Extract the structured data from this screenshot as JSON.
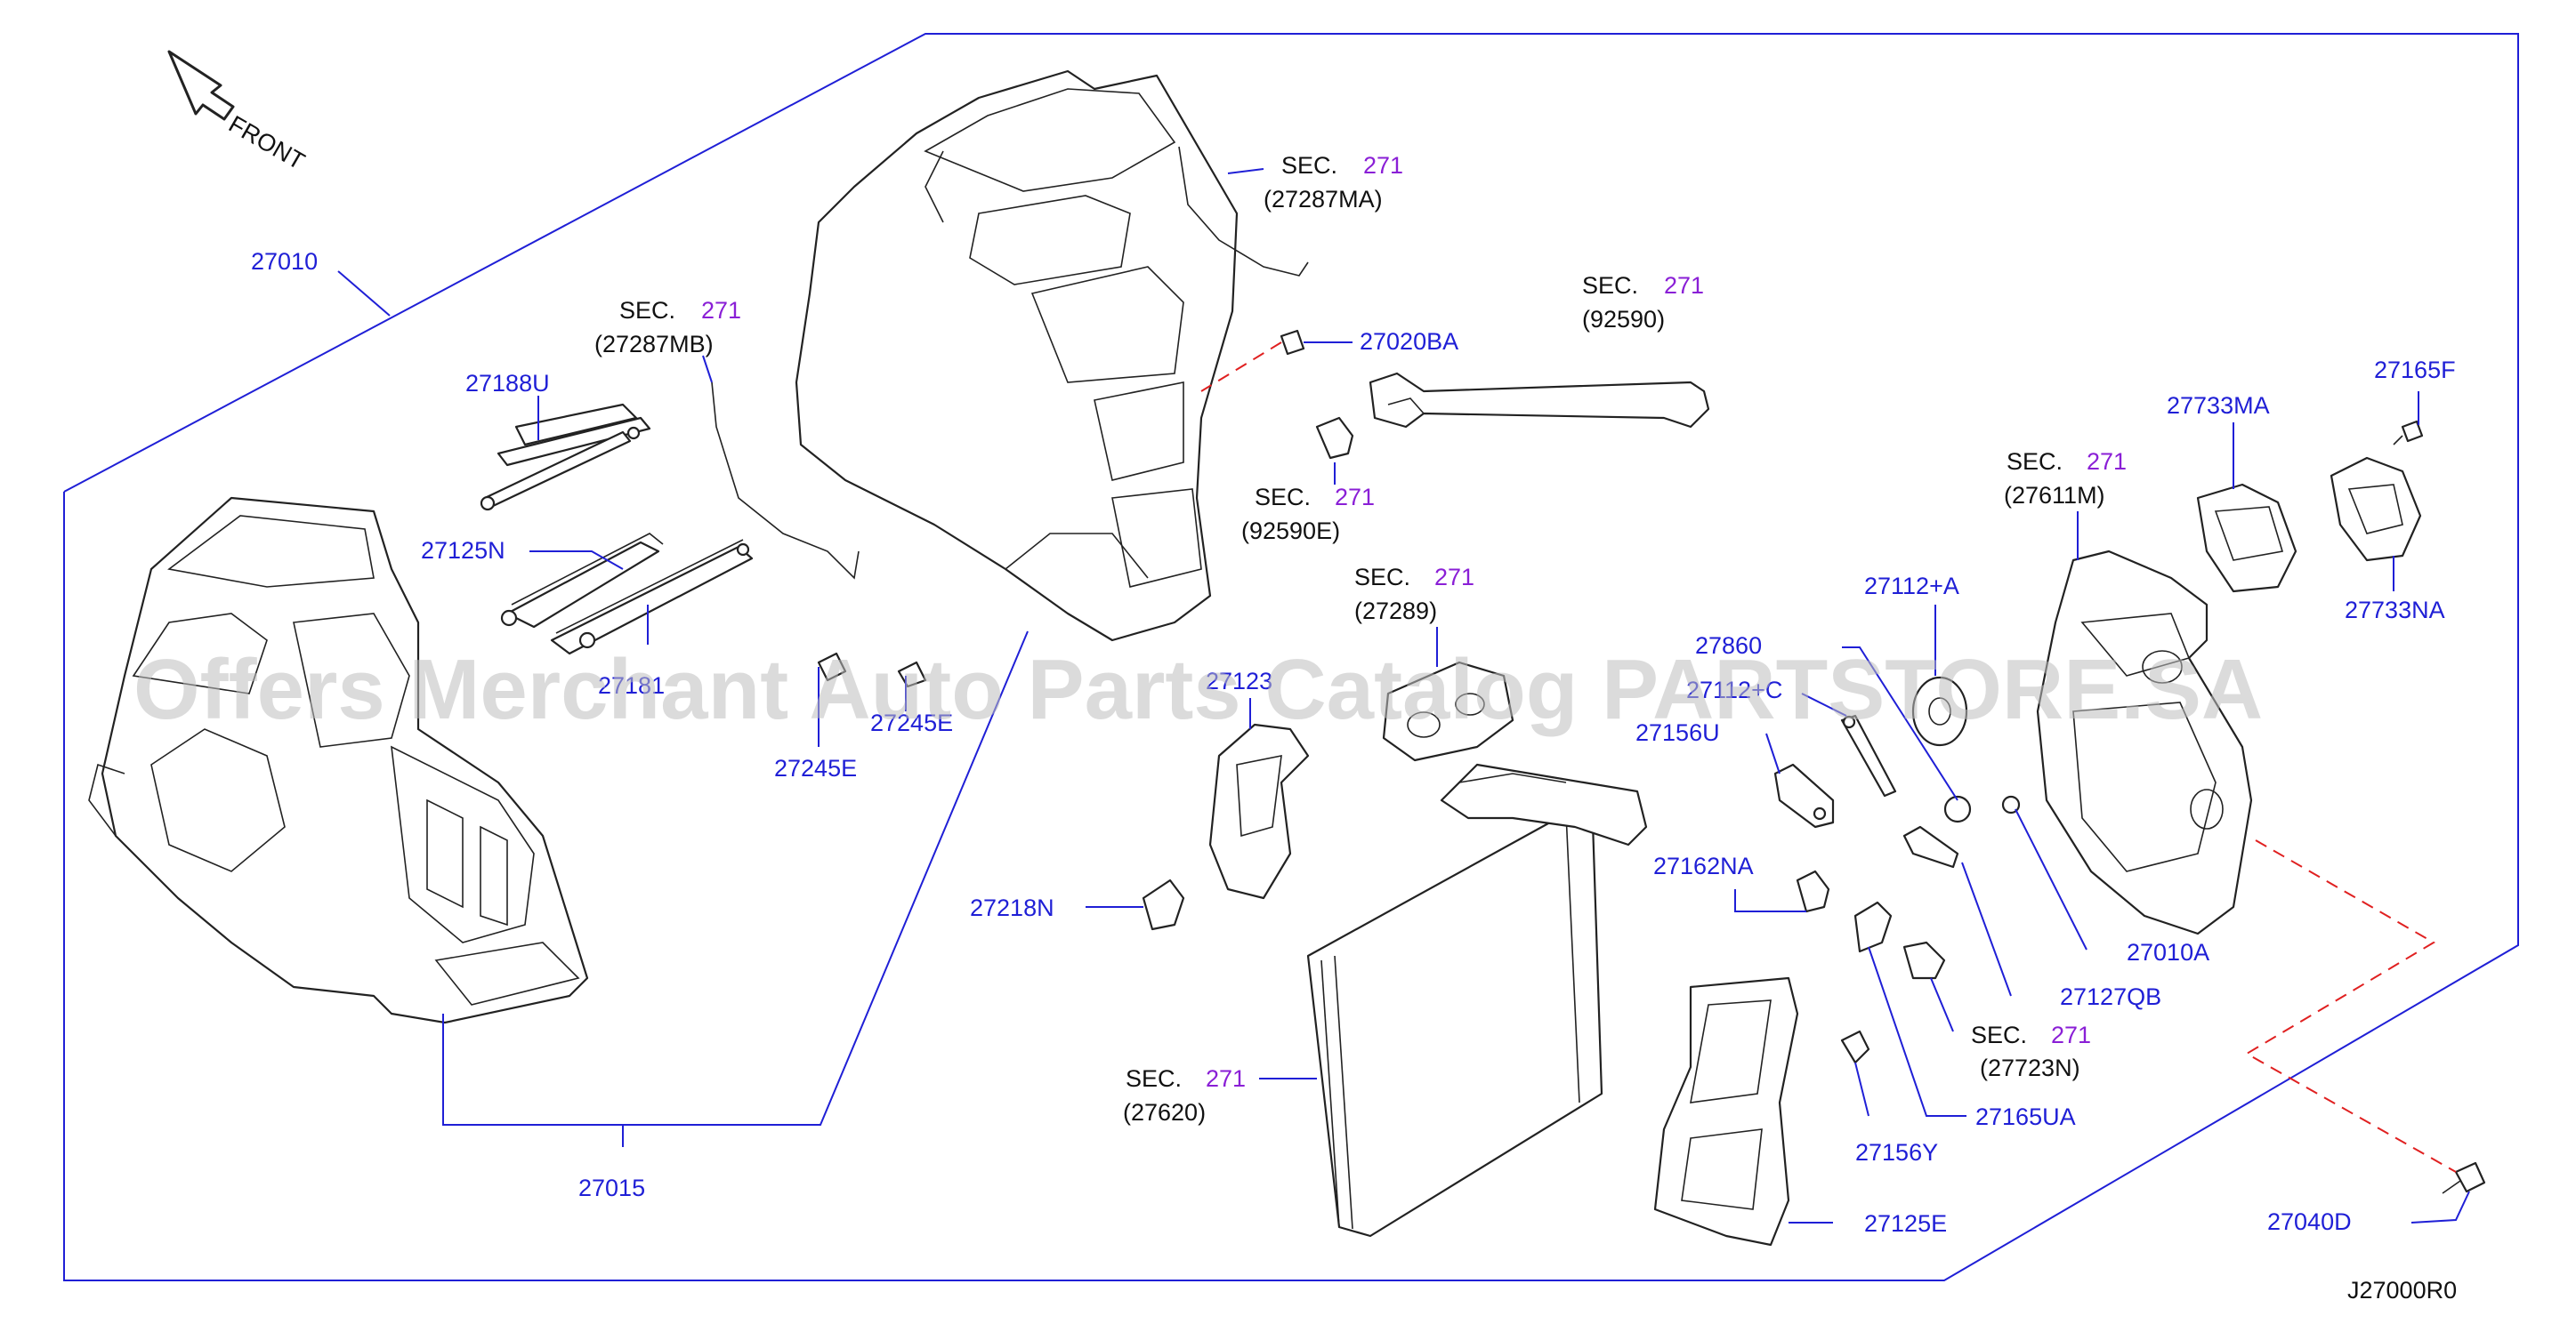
{
  "diagram": {
    "code": "J27000R0",
    "front_label": "FRONT",
    "watermark": "Offers Merchant Auto Parts Catalog PARTSTORE.SA",
    "sec_word": "SEC.",
    "sec_number": "271",
    "colors": {
      "part_number": "#1f1fd6",
      "sec_number": "#8a1fd6",
      "dashed_line": "#e02020",
      "frame": "#1f1fd6"
    }
  },
  "part_numbers": {
    "p27010": "27010",
    "p27015": "27015",
    "p27188U": "27188U",
    "p27125N": "27125N",
    "p27181": "27181",
    "p27245E_a": "27245E",
    "p27245E_b": "27245E",
    "p27123": "27123",
    "p27218N": "27218N",
    "p27020BA": "27020BA",
    "p27112A": "27112+A",
    "p27860": "27860",
    "p27112C": "27112+C",
    "p27156U": "27156U",
    "p27162NA": "27162NA",
    "p27733MA": "27733MA",
    "p27165F": "27165F",
    "p27733NA": "27733NA",
    "p27010A": "27010A",
    "p27127QB": "27127QB",
    "p27165UA": "27165UA",
    "p27156Y": "27156Y",
    "p27125E": "27125E",
    "p27040D": "27040D"
  },
  "sec_refs": {
    "s27287MA": "(27287MA)",
    "s27287MB": "(27287MB)",
    "s92590": "(92590)",
    "s92590E": "(92590E)",
    "s27289": "(27289)",
    "s27611M": "(27611M)",
    "s27723N": "(27723N)",
    "s27620": "(27620)"
  }
}
